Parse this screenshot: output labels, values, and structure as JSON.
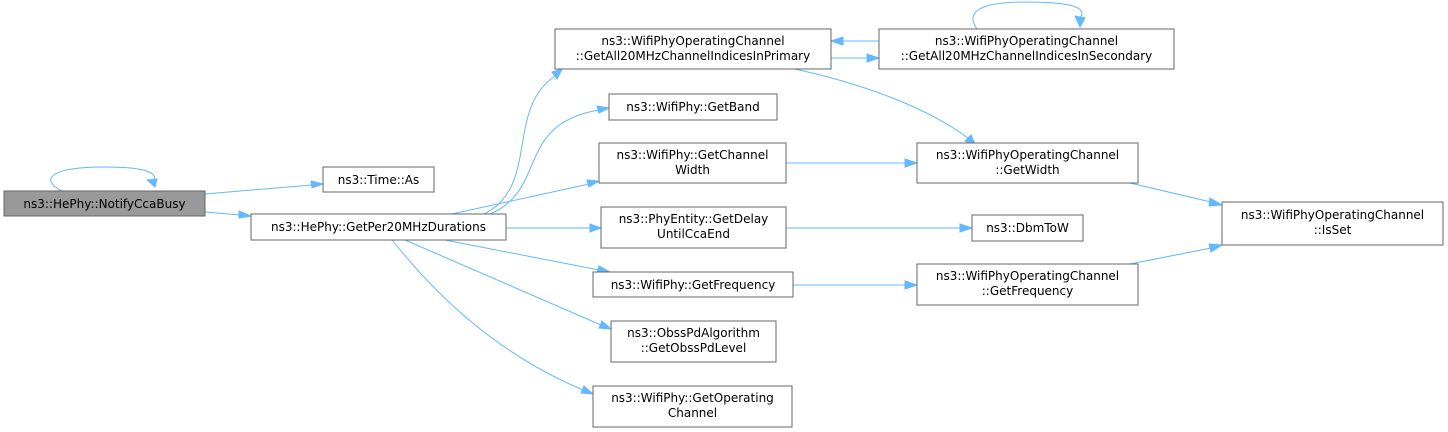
{
  "colors": {
    "edge": "#63b8ff",
    "node_border": "#666666",
    "root_fill": "#999999",
    "node_fill": "#ffffff"
  },
  "nodes": {
    "notifyccabusy": [
      "ns3::HePhy::NotifyCcaBusy"
    ],
    "time_as": [
      "ns3::Time::As"
    ],
    "getper20": [
      "ns3::HePhy::GetPer20MHzDurations"
    ],
    "getall20primary": [
      "ns3::WifiPhyOperatingChannel",
      "::GetAll20MHzChannelIndicesInPrimary"
    ],
    "getall20secondary": [
      "ns3::WifiPhyOperatingChannel",
      "::GetAll20MHzChannelIndicesInSecondary"
    ],
    "getband": [
      "ns3::WifiPhy::GetBand"
    ],
    "getchannelwidth": [
      "ns3::WifiPhy::GetChannel",
      "Width"
    ],
    "opch_getwidth": [
      "ns3::WifiPhyOperatingChannel",
      "::GetWidth"
    ],
    "getdelay": [
      "ns3::PhyEntity::GetDelay",
      "UntilCcaEnd"
    ],
    "dbmtow": [
      "ns3::DbmToW"
    ],
    "getfrequency": [
      "ns3::WifiPhy::GetFrequency"
    ],
    "opch_getfrequency": [
      "ns3::WifiPhyOperatingChannel",
      "::GetFrequency"
    ],
    "opch_isset": [
      "ns3::WifiPhyOperatingChannel",
      "::IsSet"
    ],
    "obsspd": [
      "ns3::ObssPdAlgorithm",
      "::GetObssPdLevel"
    ],
    "getoperating": [
      "ns3::WifiPhy::GetOperating",
      "Channel"
    ]
  }
}
